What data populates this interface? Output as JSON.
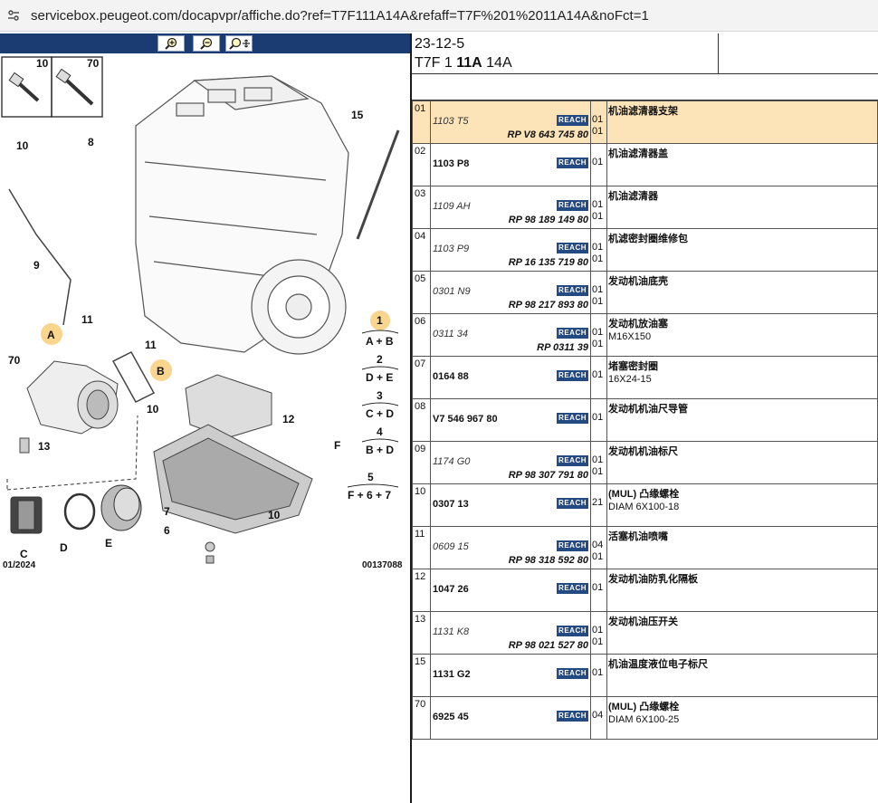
{
  "browser": {
    "url": "servicebox.peugeot.com/docapvpr/affiche.do?ref=T7F111A14A&refaff=T7F%201%2011A14A&noFct=1"
  },
  "header": {
    "ref_line1": "23-12-5",
    "ref_prefix": "T7F 1 ",
    "ref_bold": "11A",
    "ref_suffix": " 14A"
  },
  "diagram": {
    "date": "01/2024",
    "doc_number": "00137088",
    "callouts": [
      "10",
      "70",
      "15",
      "10",
      "8",
      "9",
      "11",
      "11",
      "70",
      "A",
      "B",
      "10",
      "12",
      "13",
      "C",
      "D",
      "E",
      "7",
      "6",
      "10",
      "F"
    ],
    "variants": [
      {
        "num": "1",
        "combo": "A + B"
      },
      {
        "num": "2",
        "combo": "D + E"
      },
      {
        "num": "3",
        "combo": "C + D"
      },
      {
        "num": "4",
        "combo": "B + D"
      },
      {
        "num": "5",
        "combo": "F + 6 + 7"
      }
    ]
  },
  "reach_label": "REACH",
  "parts": [
    {
      "no": "01",
      "code": "1103 T5",
      "style": "it",
      "rp": "RP V8 643 745 80",
      "qty1": "01",
      "qty2": "01",
      "desc1": "机油滤清器支架",
      "desc1_bold": true,
      "desc2": "",
      "highlight": true
    },
    {
      "no": "02",
      "code": "1103 P8",
      "style": "bd",
      "rp": "",
      "qty1": "01",
      "qty2": "",
      "desc1": "机油滤清器盖",
      "desc1_bold": true,
      "desc2": ""
    },
    {
      "no": "03",
      "code": "1109 AH",
      "style": "it",
      "rp": "RP 98 189 149 80",
      "qty1": "01",
      "qty2": "01",
      "desc1": "机油滤清器",
      "desc1_bold": true,
      "desc2": ""
    },
    {
      "no": "04",
      "code": "1103 P9",
      "style": "it",
      "rp": "RP 16 135 719 80",
      "qty1": "01",
      "qty2": "01",
      "desc1": "机滤密封圈维修包",
      "desc1_bold": true,
      "desc2": ""
    },
    {
      "no": "05",
      "code": "0301 N9",
      "style": "it",
      "rp": "RP 98 217 893 80",
      "qty1": "01",
      "qty2": "01",
      "desc1": "发动机油底壳",
      "desc1_bold": true,
      "desc2": ""
    },
    {
      "no": "06",
      "code": "0311 34",
      "style": "it",
      "rp": "RP 0311 39",
      "qty1": "01",
      "qty2": "01",
      "desc1": "发动机放油塞",
      "desc1_bold": true,
      "desc2": "M16X150"
    },
    {
      "no": "07",
      "code": "0164 88",
      "style": "bd",
      "rp": "",
      "qty1": "01",
      "qty2": "",
      "desc1": "堵塞密封圈",
      "desc1_bold": true,
      "desc2": "16X24-15"
    },
    {
      "no": "08",
      "code": "V7 546 967 80",
      "style": "bd",
      "rp": "",
      "qty1": "01",
      "qty2": "",
      "desc1": "发动机机油尺导管",
      "desc1_bold": true,
      "desc2": ""
    },
    {
      "no": "09",
      "code": "1174 G0",
      "style": "it",
      "rp": "RP 98 307 791 80",
      "qty1": "01",
      "qty2": "01",
      "desc1": "发动机机油标尺",
      "desc1_bold": true,
      "desc2": ""
    },
    {
      "no": "10",
      "code": "0307 13",
      "style": "bd",
      "rp": "",
      "qty1": "21",
      "qty2": "",
      "desc1": "(MUL) 凸缘螺栓",
      "desc1_bold": true,
      "desc2": "DIAM 6X100-18"
    },
    {
      "no": "11",
      "code": "0609 15",
      "style": "it",
      "rp": "RP 98 318 592 80",
      "qty1": "04",
      "qty2": "01",
      "desc1": "活塞机油喷嘴",
      "desc1_bold": true,
      "desc2": ""
    },
    {
      "no": "12",
      "code": "1047 26",
      "style": "bd",
      "rp": "",
      "qty1": "01",
      "qty2": "",
      "desc1": "发动机油防乳化隔板",
      "desc1_bold": true,
      "desc2": ""
    },
    {
      "no": "13",
      "code": "1131 K8",
      "style": "it",
      "rp": "RP 98 021 527 80",
      "qty1": "01",
      "qty2": "01",
      "desc1": "发动机油压开关",
      "desc1_bold": true,
      "desc2": ""
    },
    {
      "no": "15",
      "code": "1131 G2",
      "style": "bd",
      "rp": "",
      "qty1": "01",
      "qty2": "",
      "desc1": "机油温度液位电子标尺",
      "desc1_bold": true,
      "desc2": ""
    },
    {
      "no": "70",
      "code": "6925 45",
      "style": "bd",
      "rp": "",
      "qty1": "04",
      "qty2": "",
      "desc1": "(MUL) 凸缘螺栓",
      "desc1_bold": true,
      "desc2": "DIAM 6X100-25"
    }
  ]
}
